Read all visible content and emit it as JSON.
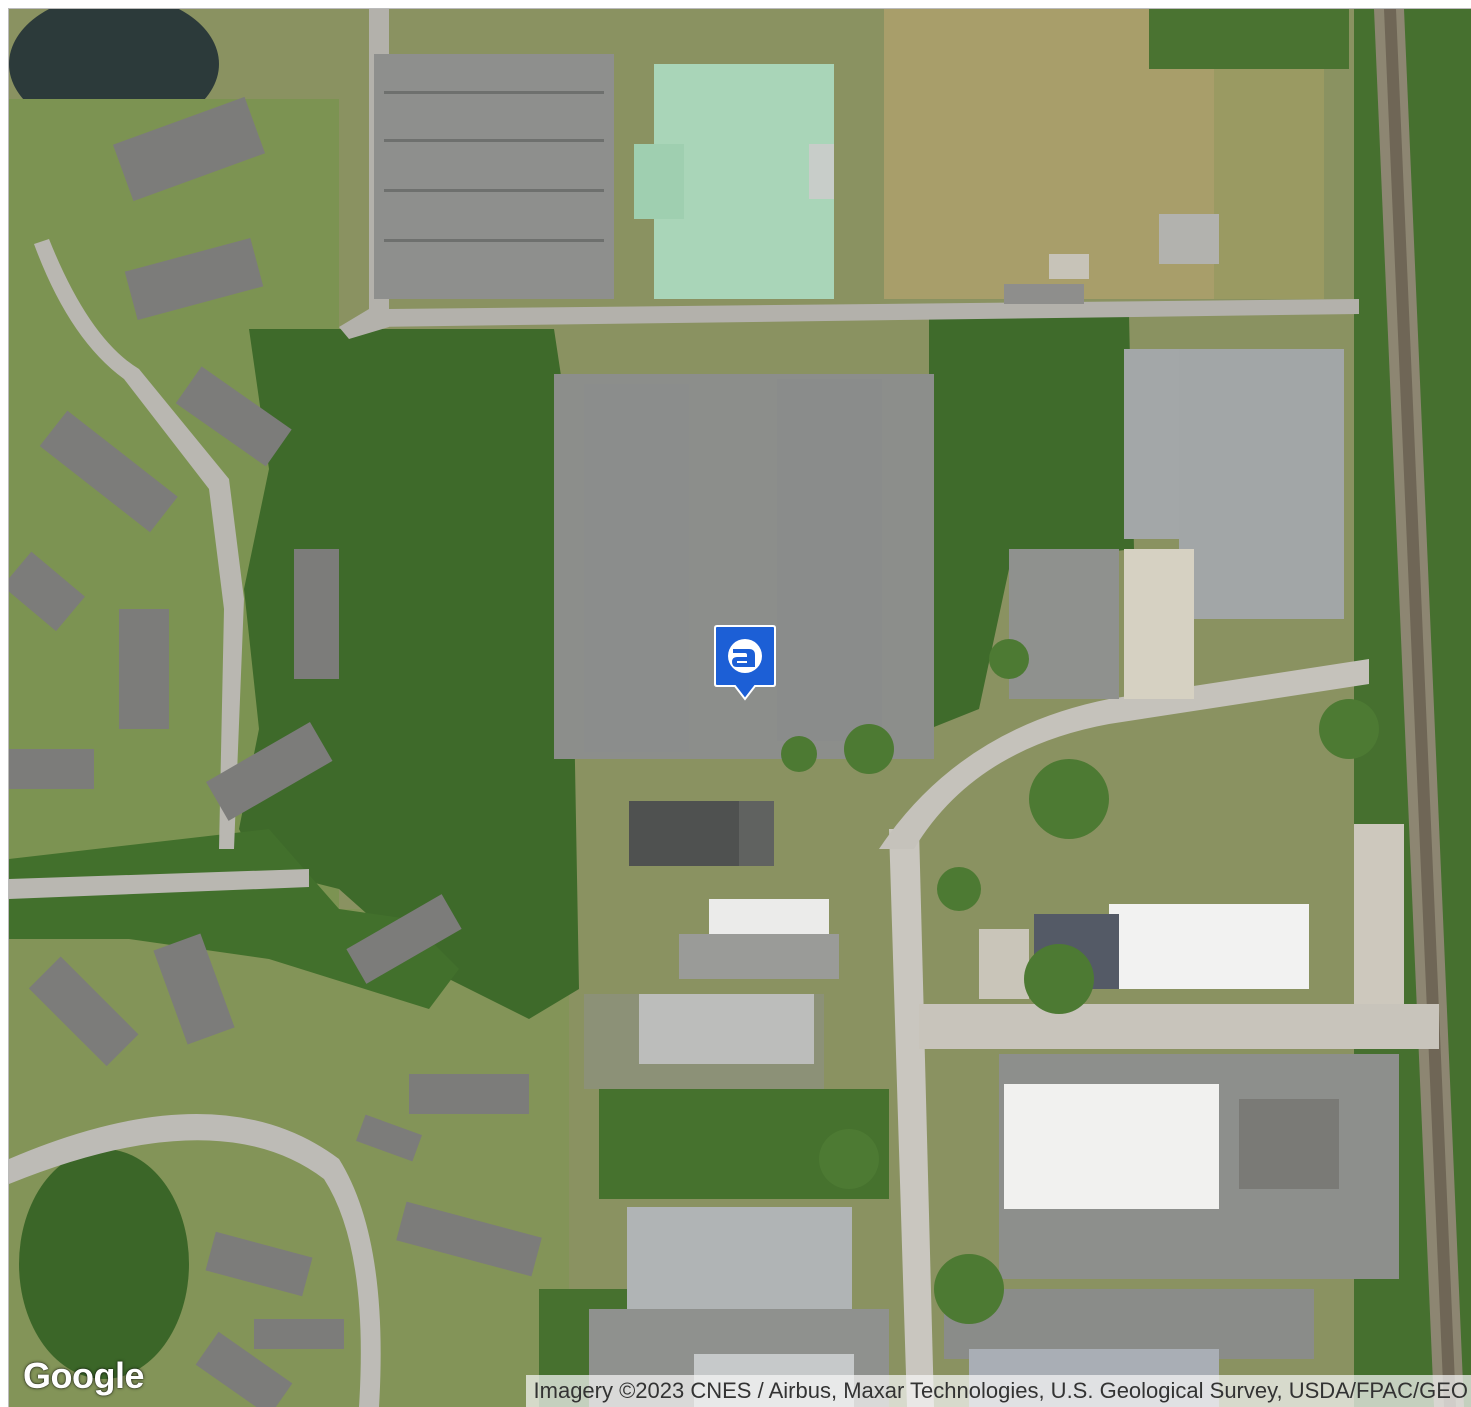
{
  "map": {
    "type": "satellite",
    "provider_logo": "Google",
    "attribution": "Imagery ©2023 CNES / Airbus, Maxar Technologies, U.S. Geological Survey, USDA/FPAC/GEO"
  },
  "marker": {
    "icon": "apartments-logo-pin-icon",
    "glyph": "a",
    "color": "#1c5fd6"
  },
  "colors": {
    "vegetation": "#7d8a5a",
    "forest": "#3f6a2c",
    "pavement": "#9a9c9a",
    "roof_gray": "#8b8d8c",
    "roof_green": "#a7d3b6",
    "roof_white": "#f2f2f2"
  }
}
